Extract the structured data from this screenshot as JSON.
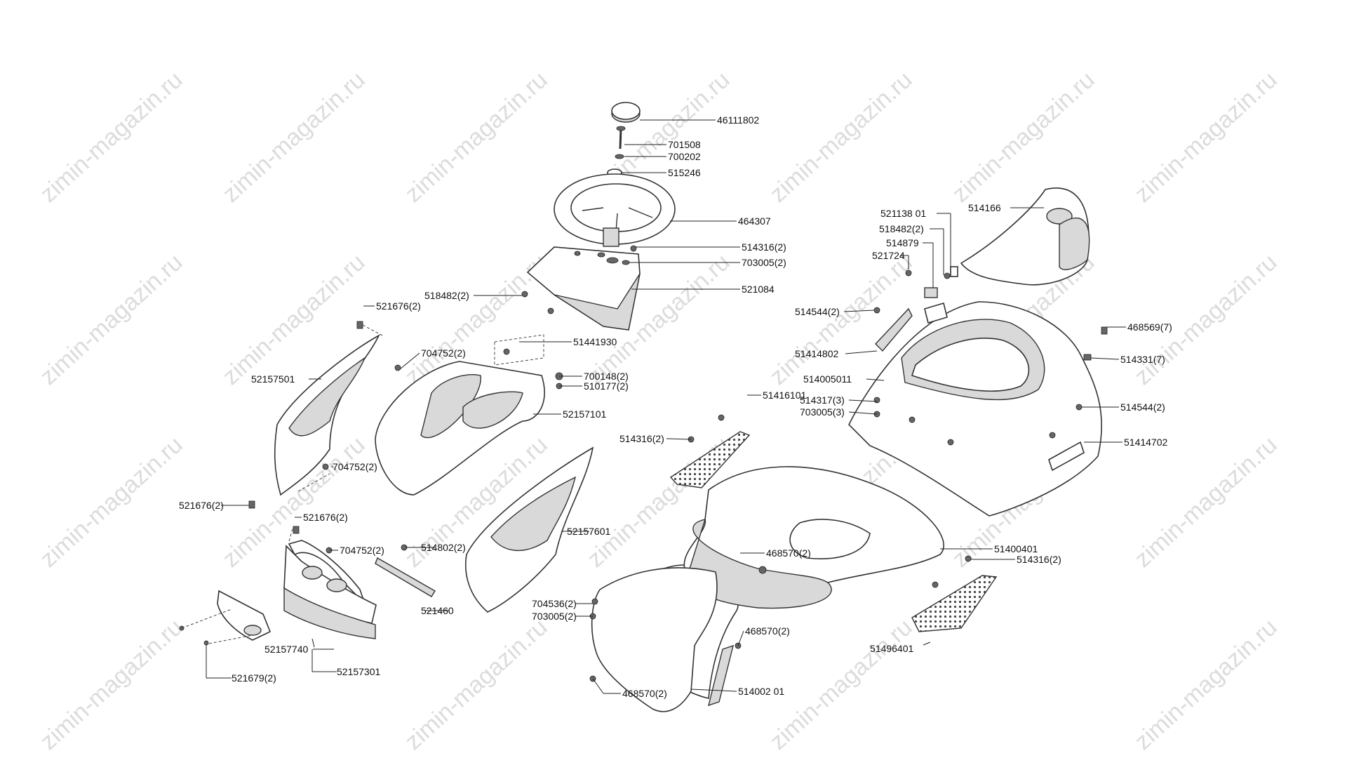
{
  "watermark": "zimin-magazin.ru",
  "labels": {
    "l46111802": "46111802",
    "l701508": "701508",
    "l700202": "700202",
    "l515246": "515246",
    "l464307": "464307",
    "l514316_a": "514316(2)",
    "l703005_a": "703005(2)",
    "l521084": "521084",
    "l518482_a": "518482(2)",
    "l521676_a": "521676(2)",
    "l51441930": "51441930",
    "l704752_a": "704752(2)",
    "l700148": "700148(2)",
    "l510177": "510177(2)",
    "l52157501": "52157501",
    "l52157101": "52157101",
    "l704752_b": "704752(2)",
    "l521676_b": "521676(2)",
    "l521676_c": "521676(2)",
    "l704752_c": "704752(2)",
    "l514802_a": "514802(2)",
    "l52157601": "52157601",
    "l521460": "521460",
    "l52157740": "52157740",
    "l52157301": "52157301",
    "l521679": "521679(2)",
    "l704536": "704536(2)",
    "l703005_b": "703005(2)",
    "l468570_a": "468570(2)",
    "l468570_b": "468570(2)",
    "l468570_c": "468570(2)",
    "l51400201": "514002 01",
    "l52113801": "521138 01",
    "l514166": "514166",
    "l518482_b": "518482(2)",
    "l514879": "514879",
    "l521724": "521724",
    "l514544_a": "514544(2)",
    "l51414802": "51414802",
    "l468569": "468569(7)",
    "l514331": "514331(7)",
    "l51400501": "514005011",
    "l51416101": "51416101",
    "l514317": "514317(3)",
    "l703005_c": "703005(3)",
    "l514544_b": "514544(2)",
    "l514316_b": "514316(2)",
    "l51414702": "51414702",
    "l51400401": "51400401",
    "l514316_c": "514316(2)",
    "l51496401": "51496401"
  }
}
